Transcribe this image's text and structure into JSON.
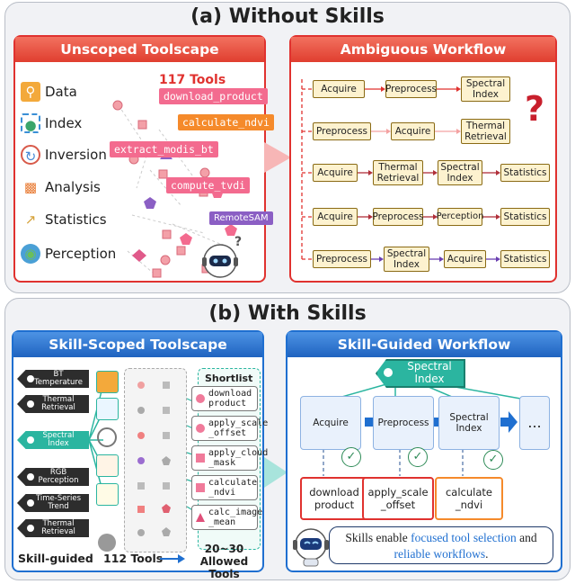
{
  "section_a": {
    "title": "(a) Without Skills",
    "left_panel": {
      "title": "Unscoped Toolscape",
      "tool_count": "117 Tools",
      "categories": [
        {
          "label": "Data",
          "icon": "folder-search-icon"
        },
        {
          "label": "Index",
          "icon": "scan-icon"
        },
        {
          "label": "Inversion",
          "icon": "globe-cycle-icon"
        },
        {
          "label": "Analysis",
          "icon": "bar-chart-icon"
        },
        {
          "label": "Statistics",
          "icon": "stats-chart-icon"
        },
        {
          "label": "Perception",
          "icon": "globe-search-icon"
        }
      ],
      "tools": [
        "download_product",
        "calculate_ndvi",
        "extract_modis_bt",
        "compute_tvdi",
        "RemoteSAM"
      ]
    },
    "right_panel": {
      "title": "Ambiguous Workflow",
      "rows": [
        [
          "Acquire",
          "Preprocess",
          "Spectral\nIndex"
        ],
        [
          "Preprocess",
          "Acquire",
          "Thermal\nRetrieval"
        ],
        [
          "Acquire",
          "Thermal\nRetrieval",
          "Spectral\nIndex",
          "Statistics"
        ],
        [
          "Acquire",
          "Preprocess",
          "Perception",
          "Statistics"
        ],
        [
          "Preprocess",
          "Spectral\nIndex",
          "Acquire",
          "Statistics"
        ]
      ],
      "question_mark": "?"
    }
  },
  "section_b": {
    "title": "(b) With Skills",
    "left_panel": {
      "title": "Skill-Scoped Toolscape",
      "skills": [
        "BT\nTemperature",
        "Thermal\nRetrieval",
        "Spectral\nIndex",
        "RGB\nPerception",
        "Time-Series\nTrend",
        "Thermal\nRetrieval"
      ],
      "shortlist_title": "Shortlist",
      "shortlist": [
        "download\nproduct",
        "apply_scale\n_offset",
        "apply_cloud\n_mask",
        "calculate\n_ndvi",
        "calc_image\n_mean"
      ],
      "footer_left": "Skill-guided",
      "footer_mid": "112 Tools",
      "footer_right": "20~30\nAllowed Tools"
    },
    "right_panel": {
      "title": "Skill-Guided Workflow",
      "skill_tag": "Spectral\nIndex",
      "steps": [
        "Acquire",
        "Preprocess",
        "Spectral\nIndex",
        "..."
      ],
      "tools": [
        "download\nproduct",
        "apply_scale\n_offset",
        "calculate\n_ndvi"
      ],
      "caption_plain_1": "Skills enable ",
      "caption_em_1": "focused tool selection",
      "caption_plain_2": " and ",
      "caption_em_2": "reliable workflows",
      "caption_plain_3": ".",
      "colors": {
        "tool_border_1": "#e0322f",
        "tool_border_2": "#e0322f",
        "tool_border_3": "#f58a2b"
      }
    }
  },
  "colors": {
    "red": "#e0322f",
    "blue": "#1f6fd0",
    "teal": "#2bb5a0",
    "pink": "#f36b8f",
    "orange": "#f58a2b",
    "purple": "#8b5fc4"
  }
}
